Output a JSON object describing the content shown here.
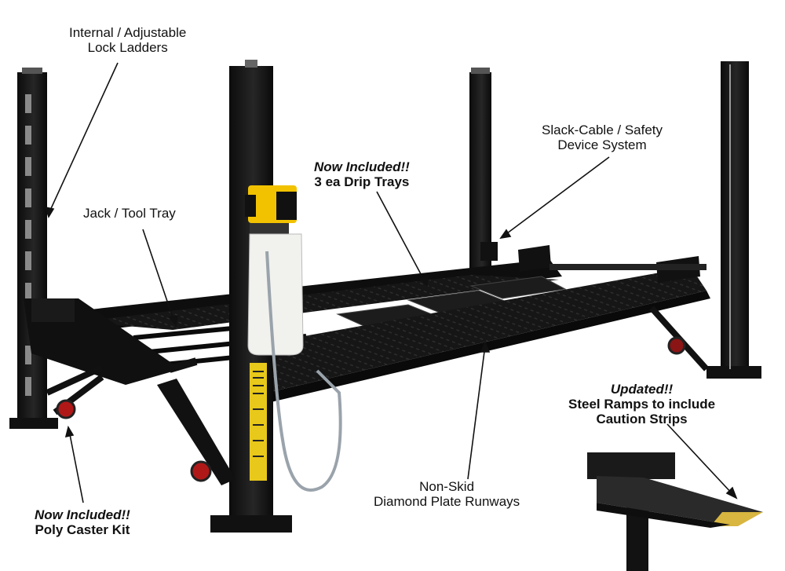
{
  "callouts": {
    "lock_ladders": {
      "line1": "Internal / Adjustable",
      "line2": "Lock Ladders"
    },
    "jack_tray": {
      "line1": "Jack / Tool Tray"
    },
    "drip_trays": {
      "headline": "Now Included!!",
      "line1": "3 ea Drip Trays"
    },
    "slack_cable": {
      "line1": "Slack-Cable / Safety",
      "line2": "Device System"
    },
    "ramps": {
      "headline": "Updated!!",
      "line1": "Steel Ramps to include",
      "line2": "Caution Strips"
    },
    "runways": {
      "line1": "Non-Skid",
      "line2": "Diamond Plate Runways"
    },
    "caster_kit": {
      "headline": "Now Included!!",
      "line1": "Poly Caster Kit"
    }
  },
  "colors": {
    "steel": "#141414",
    "steel_highlight": "#3a3a3a",
    "pump_yellow": "#f2c200",
    "warning_label": "#e8c81a",
    "reservoir": "#f1f1ee",
    "caster_red": "#b01818",
    "caution_strip": "#d8b640",
    "leader_line": "#111111"
  }
}
